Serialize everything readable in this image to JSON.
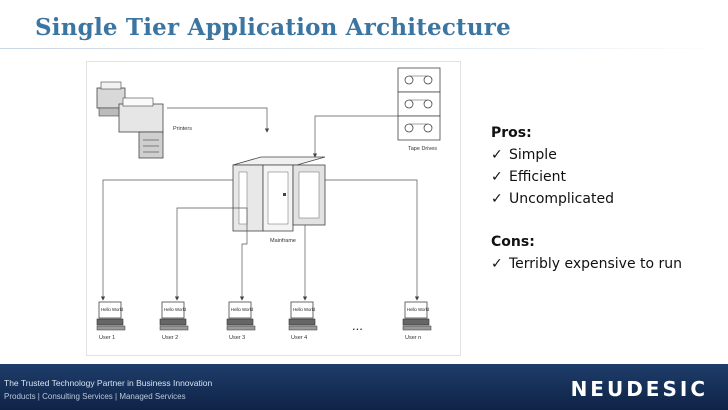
{
  "slide": {
    "title": "Single Tier Application Architecture"
  },
  "diagram": {
    "labels": {
      "printers": "Printers",
      "tape_drives": "Tape Drives",
      "mainframe": "Mainframe",
      "ellipsis": "...",
      "screen_text": "Hello World"
    },
    "users": [
      "User 1",
      "User 2",
      "User 3",
      "User 4",
      "User n"
    ]
  },
  "pros": {
    "heading": "Pros:",
    "check_symbol": "✓",
    "items": [
      "Simple",
      "Efficient",
      "Uncomplicated"
    ]
  },
  "cons": {
    "heading": "Cons:",
    "check_symbol": "✓",
    "items": [
      "Terribly expensive to run"
    ]
  },
  "footer": {
    "tagline": "The Trusted Technology Partner in Business Innovation",
    "services": "Products  |  Consulting Services  |  Managed Services",
    "logo_text": "NEUDESIC"
  },
  "colors": {
    "title": "#3b76a2",
    "footer_bg": "#1a355f"
  }
}
